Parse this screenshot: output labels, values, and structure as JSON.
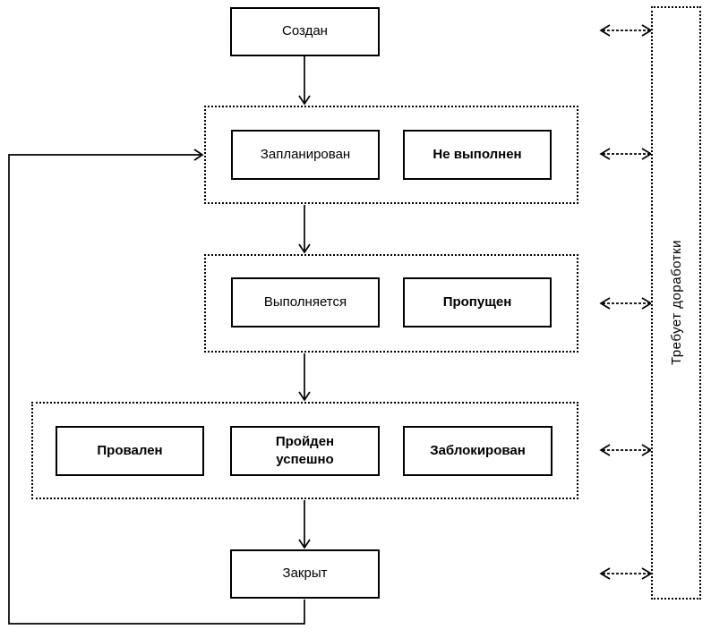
{
  "diagram": {
    "nodes": {
      "created": "Создан",
      "planned": "Запланирован",
      "not_executed": "Не выполнен",
      "in_progress": "Выполняется",
      "skipped": "Пропущен",
      "failed": "Провален",
      "passed": "Пройден\nуспешно",
      "blocked": "Заблокирован",
      "closed": "Закрыт",
      "rework_panel": "Требует доработки"
    },
    "colors": {
      "line": "#000000",
      "background": "#ffffff"
    }
  }
}
